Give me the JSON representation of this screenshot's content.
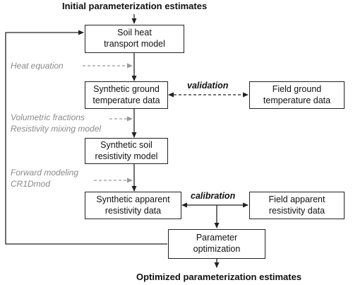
{
  "top_title": "Initial parameterization estimates",
  "bottom_title": "Optimized parameterization estimates",
  "boxes": {
    "soil_heat": "Soil heat\ntransport model",
    "synthetic_ground_temp": "Synthetic ground\ntemperature data",
    "field_ground_temp": "Field ground\ntemperature data",
    "synthetic_soil_resistivity": "Synthetic soil\nresistivity model",
    "synthetic_apparent_resistivity": "Synthetic apparent\nresistivity data",
    "field_apparent_resistivity": "Field apparent\nresistivity data",
    "parameter_optimization": "Parameter\noptimization"
  },
  "annotations": {
    "heat_equation": "Heat equation",
    "volumetric": "Volumetric fractions\nResistivity mixing model",
    "forward_modeling": "Forward modeling\nCR1Dmod"
  },
  "edge_labels": {
    "validation": "validation",
    "calibration": "calibration"
  }
}
